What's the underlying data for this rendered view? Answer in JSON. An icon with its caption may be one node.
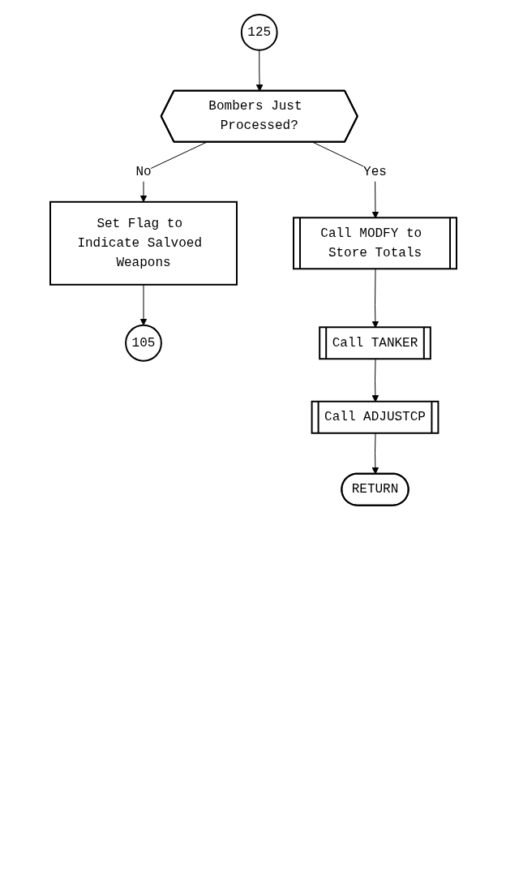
{
  "diagram": {
    "nodes": [
      {
        "text": [
          "125"
        ]
      },
      {
        "text": [
          "Bombers Just Processed?"
        ]
      },
      {
        "text": [
          "Set Flag to Indicate Salvoed Weapons"
        ]
      },
      {
        "text": [
          "105"
        ]
      },
      {
        "text": [
          "Call MODFY to Store Totals"
        ]
      },
      {
        "text": [
          "Call TANKER"
        ]
      },
      {
        "text": [
          "Call ADJUSTCP"
        ]
      },
      {
        "text": [
          "RETURN"
        ]
      }
    ],
    "edges": [
      {
        "from": 0,
        "to": 1,
        "arrow": "to"
      },
      {
        "from": 1,
        "to": 2,
        "arrow": "to",
        "label": "No"
      },
      {
        "from": 2,
        "to": 3,
        "arrow": "to"
      },
      {
        "from": 1,
        "to": 4,
        "arrow": "to",
        "label": "Yes"
      },
      {
        "from": 4,
        "to": 5,
        "arrow": "to"
      },
      {
        "from": 5,
        "to": 6,
        "arrow": "to"
      },
      {
        "from": 6,
        "to": 7,
        "arrow": "to"
      }
    ]
  }
}
